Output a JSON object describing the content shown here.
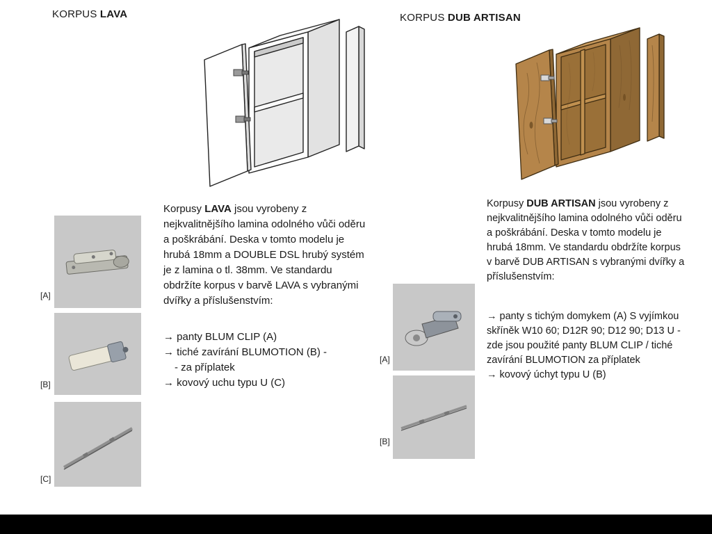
{
  "colors": {
    "wood": "#b5854a",
    "cabinet_outline": "#222222",
    "thumb_background": "#c8c8c8",
    "bottom_bar": "#000000"
  },
  "left": {
    "heading": {
      "prefix": "KORPUS ",
      "name": "LAVA"
    },
    "paragraph": [
      {
        "text": "Korpusy ",
        "bold": false
      },
      {
        "text": "LAVA",
        "bold": true
      },
      {
        "text": " jsou vyrobeny z nejkvalitnějšího lamina odolného vůči oděru a poškrábání. Deska v tomto modelu je hrubá 18mm a DOUBLE DSL hrubý systém je z lamina o tl. 38mm. Ve standardu obdržíte korpus v barvě LAVA s vybranými dvířky a příslušenstvím:",
        "bold": false
      }
    ],
    "bullets": [
      "→ panty BLUM CLIP (A)",
      "→ tiché zavírání BLUMOTION (B) -",
      "- za příplatek",
      "→ kovový uchu typu U (C)"
    ],
    "labels": [
      "[A]",
      "[B]",
      "[C]"
    ]
  },
  "right": {
    "heading": {
      "prefix": "KORPUS ",
      "name": "DUB ARTISAN"
    },
    "paragraph": [
      {
        "text": "Korpusy ",
        "bold": false
      },
      {
        "text": "DUB ARTISAN",
        "bold": true
      },
      {
        "text": " jsou vyrobeny z nejkvalitnějšího lamina odolného vůči oděru a poškrábání. Deska v tomto modelu je hrubá 18mm. Ve standardu obdržíte korpus v barvě DUB ARTISAN s vybranými dvířky a příslušenstvím:",
        "bold": false
      }
    ],
    "bullets": [
      "→ panty s tichým domykem (A) S vyjímkou skříněk W10 60; D12R 90; D12 90; D13 U - zde jsou použité panty BLUM CLIP / tiché zavírání BLUMOTION za příplatek",
      "→ kovový úchyt typu U (B)"
    ],
    "labels": [
      "[A]",
      "[B]"
    ]
  }
}
